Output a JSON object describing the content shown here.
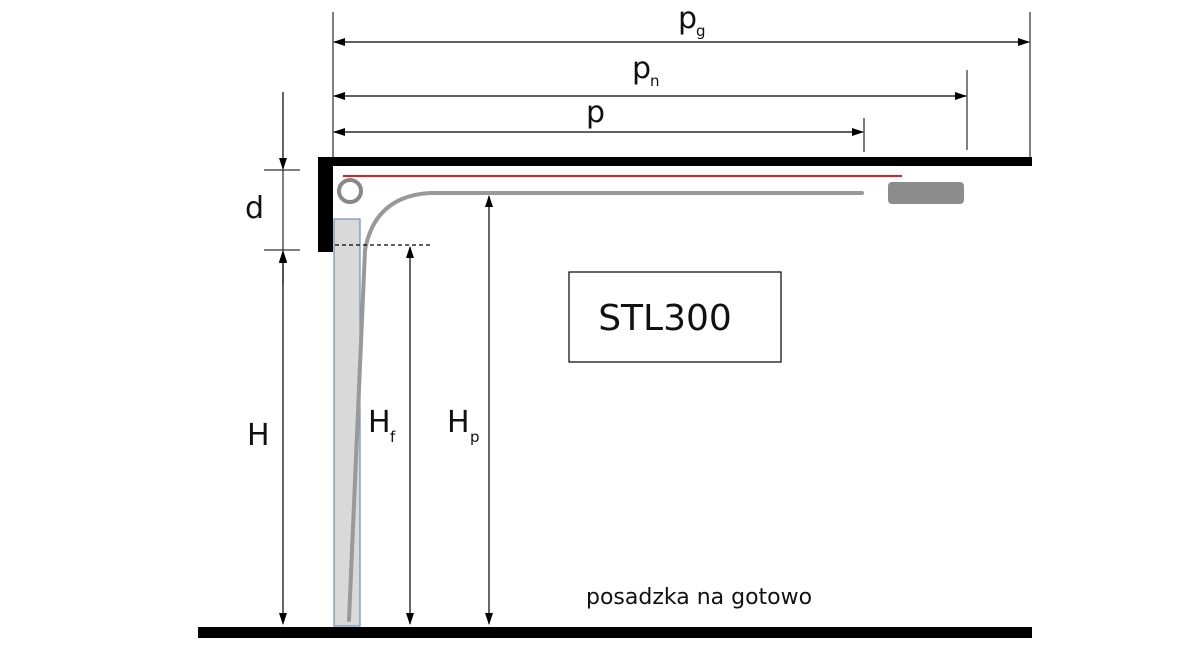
{
  "labels": {
    "pg": "p",
    "pg_sub": "g",
    "pn": "p",
    "pn_sub": "n",
    "p": "p",
    "d": "d",
    "H": "H",
    "Hf": "H",
    "Hf_sub": "f",
    "Hp": "H",
    "Hp_sub": "p",
    "model": "STL300",
    "floor": "posadzka na gotowo"
  },
  "colors": {
    "structure": "#000000",
    "track": "#999999",
    "door_panel_fill": "#d9d9d9",
    "door_panel_stroke": "#6e8fb5",
    "spring_line": "#e02020",
    "motor": "#8c8c8c",
    "dimension": "#000000"
  }
}
